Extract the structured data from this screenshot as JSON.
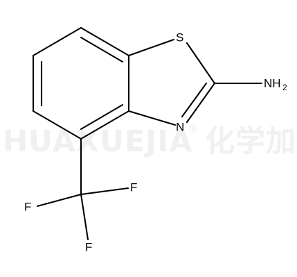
{
  "watermark": {
    "latin": "HUAXUEJIA",
    "mark": "®",
    "cjk": "化学加"
  },
  "molecule": {
    "atoms": {
      "sulfur": "S",
      "ring_nitrogen": "N",
      "amine_n": "NH",
      "amine_sub": "2",
      "fluorine_1": "F",
      "fluorine_2": "F",
      "fluorine_3": "F"
    }
  }
}
